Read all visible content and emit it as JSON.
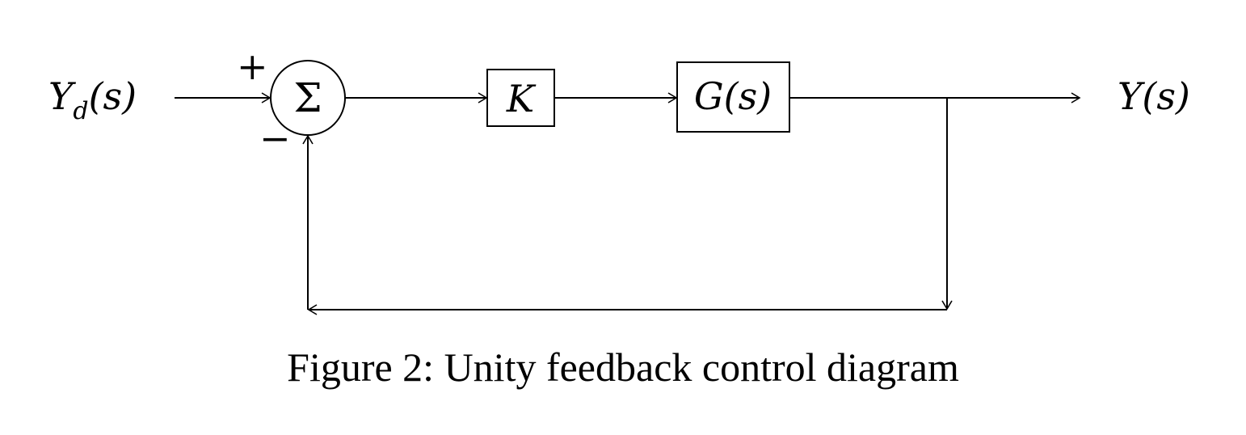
{
  "input_label": {
    "base": "Y",
    "sub": "d",
    "arg": "(s)"
  },
  "output_label": "Y(s)",
  "summing_junction": {
    "symbol": "Σ",
    "plus_sign": "+",
    "minus_sign": "−"
  },
  "blocks": {
    "gain": "K",
    "plant": "G(s)"
  },
  "caption": "Figure 2: Unity feedback control diagram"
}
